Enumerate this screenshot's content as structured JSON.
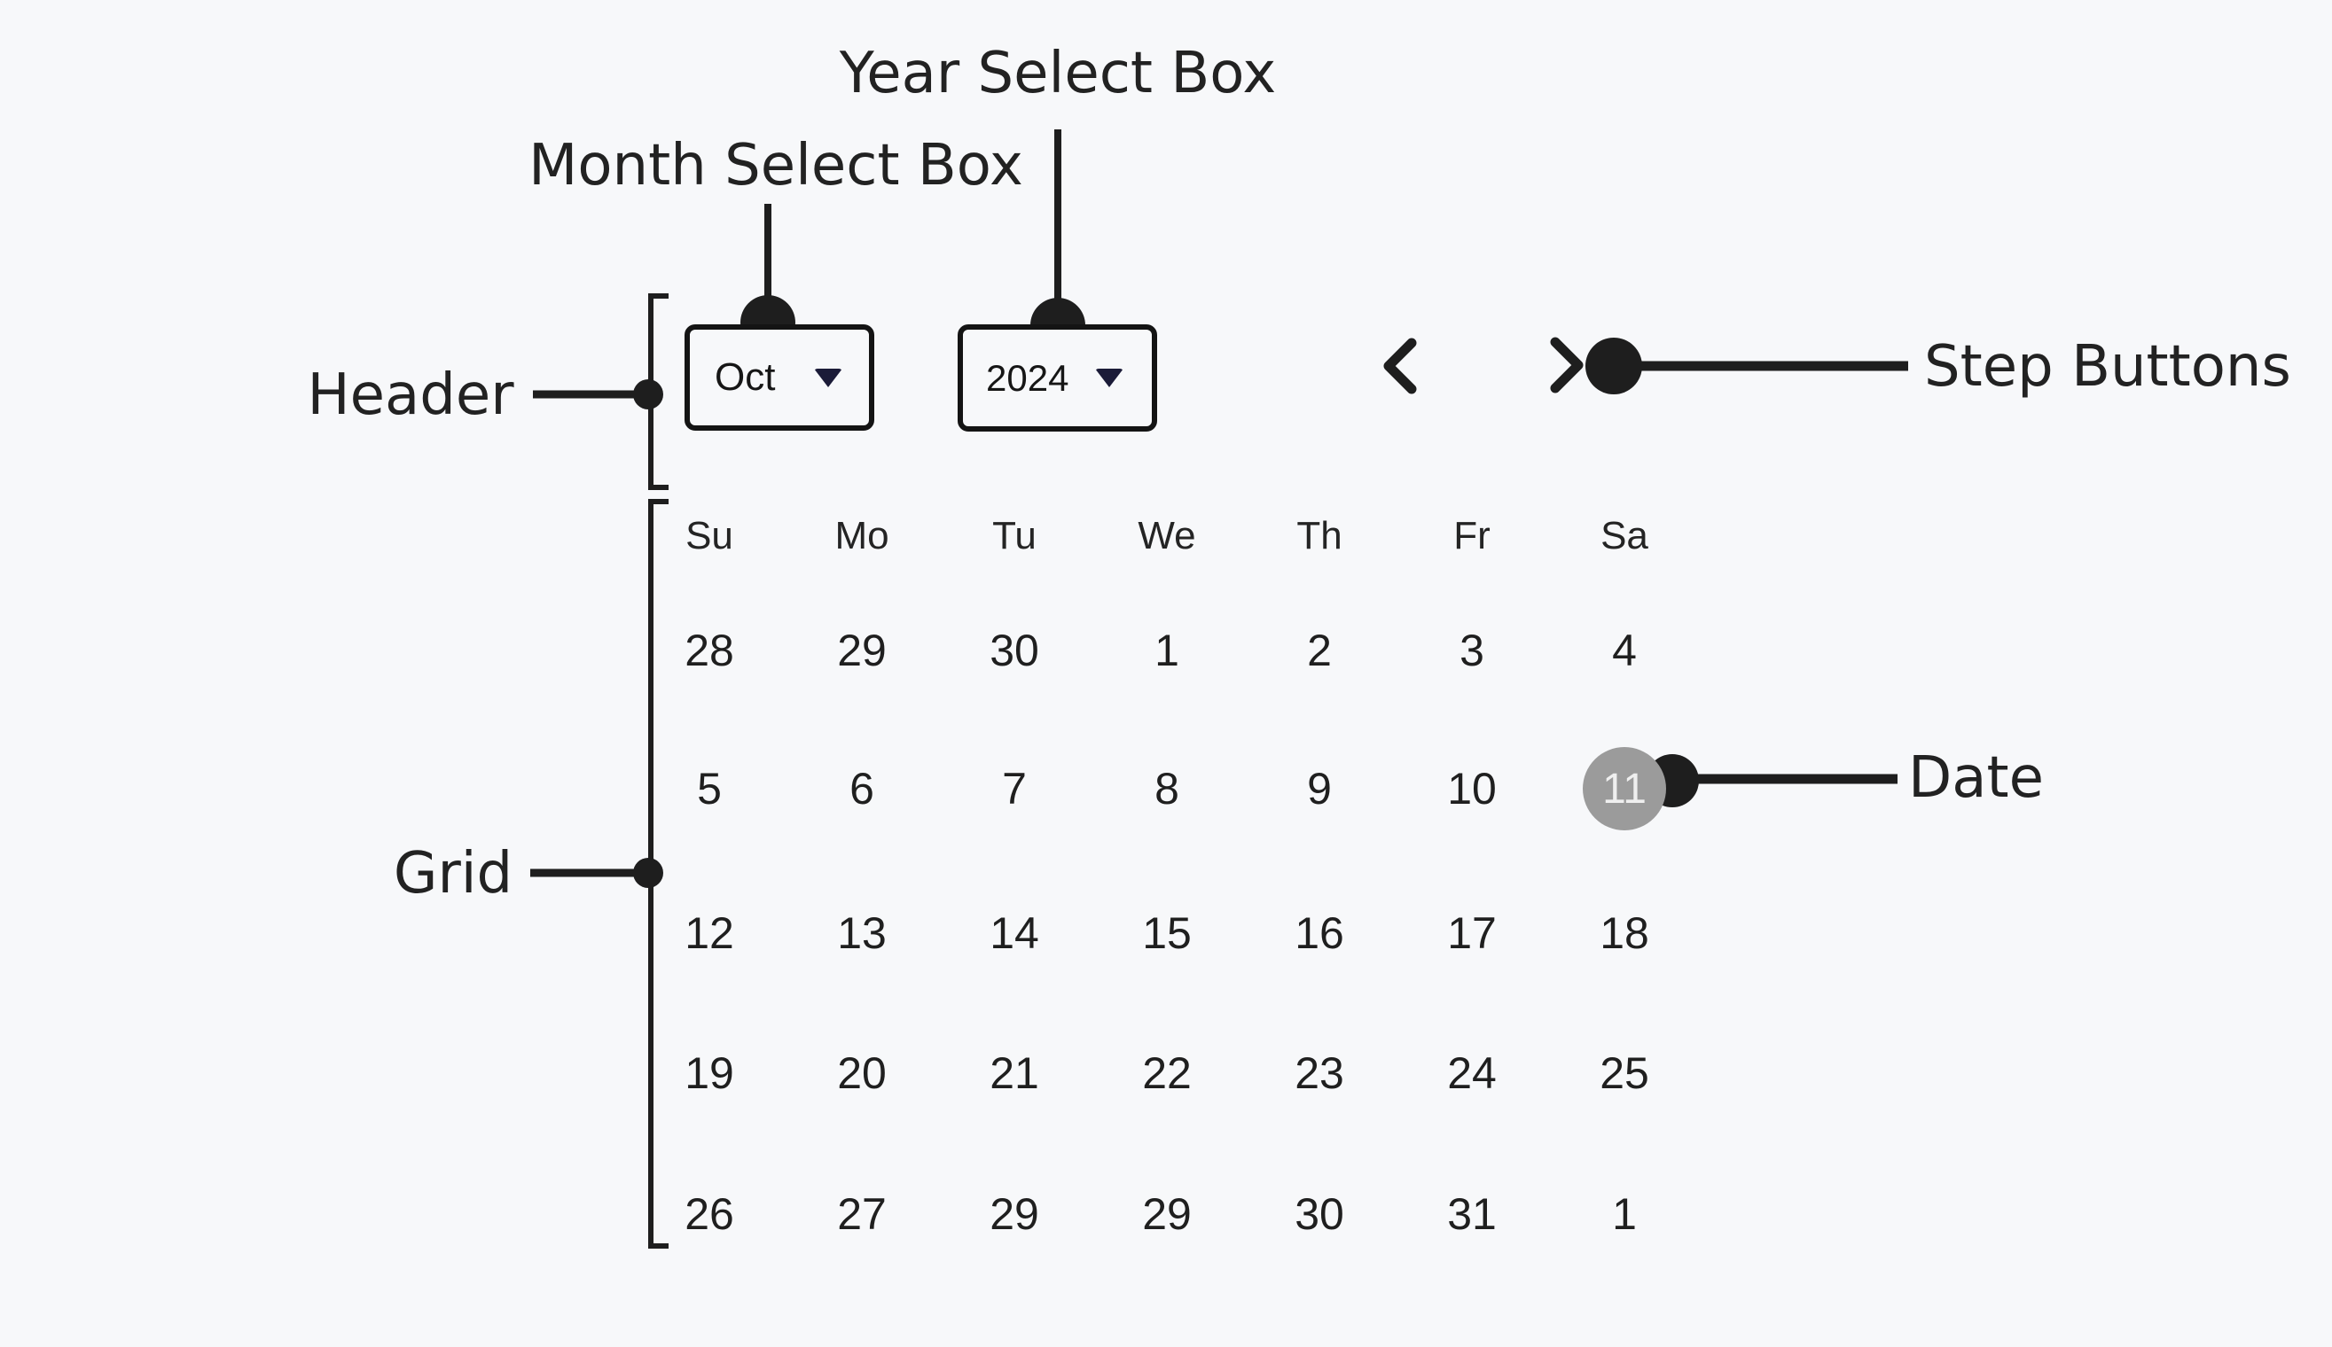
{
  "colors": {
    "background": "#f7f8fa",
    "ink": "#1e1e1e",
    "caret": "#1b1b38",
    "selected_date_bg": "#9b9b9b",
    "selected_date_text": "#efefef"
  },
  "annotations": {
    "year_select": "Year Select Box",
    "month_select": "Month Select Box",
    "header": "Header",
    "step_buttons": "Step Buttons",
    "grid": "Grid",
    "date": "Date"
  },
  "icons": {
    "month_caret": "caret-down",
    "year_caret": "caret-down",
    "prev_step": "chevron-left",
    "next_step": "chevron-right"
  },
  "calendar": {
    "month": "Oct",
    "year": "2024",
    "selected_date": "11",
    "day_headers": [
      "Su",
      "Mo",
      "Tu",
      "We",
      "Th",
      "Fr",
      "Sa"
    ],
    "weeks": [
      [
        "28",
        "29",
        "30",
        "1",
        "2",
        "3",
        "4"
      ],
      [
        "5",
        "6",
        "7",
        "8",
        "9",
        "10",
        "11"
      ],
      [
        "12",
        "13",
        "14",
        "15",
        "16",
        "17",
        "18"
      ],
      [
        "19",
        "20",
        "21",
        "22",
        "23",
        "24",
        "25"
      ],
      [
        "26",
        "27",
        "29",
        "29",
        "30",
        "31",
        "1"
      ]
    ]
  }
}
